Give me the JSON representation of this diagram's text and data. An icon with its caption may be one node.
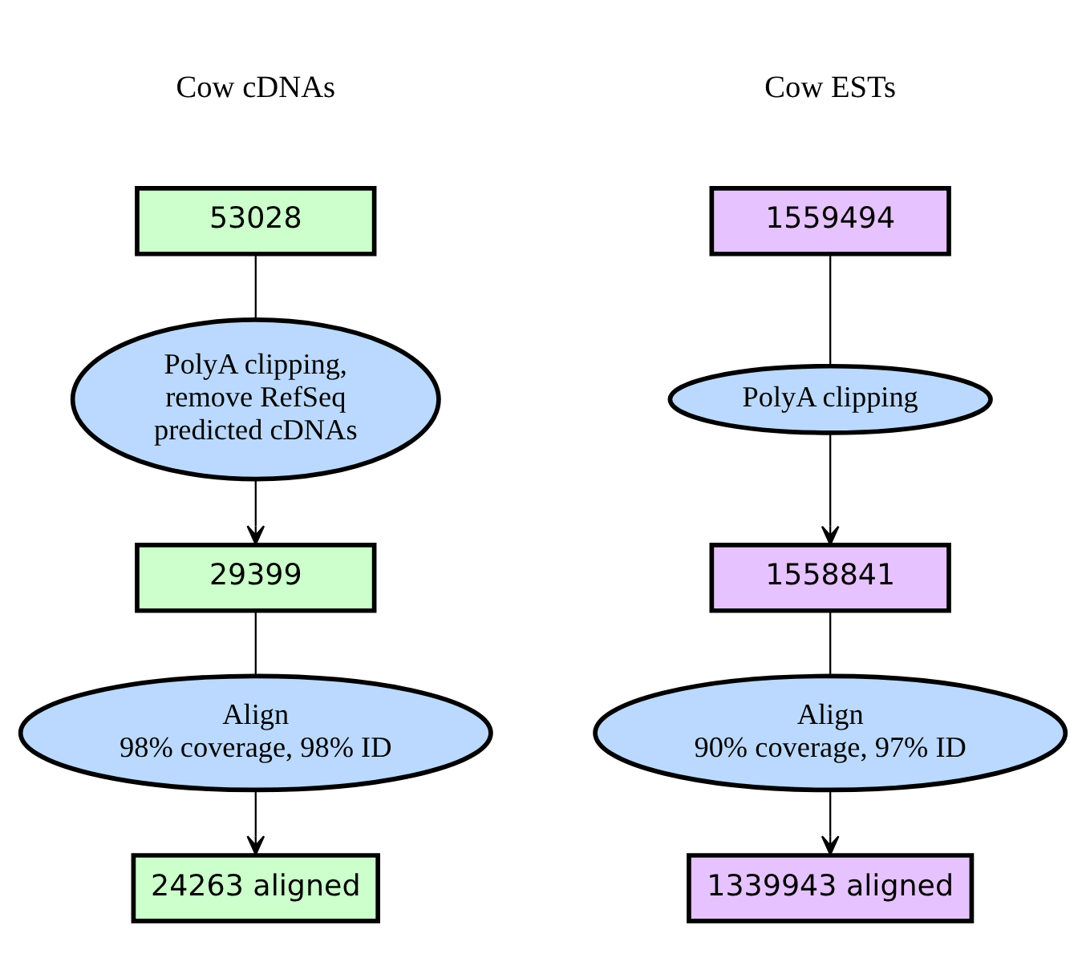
{
  "diagram": {
    "nodes": [
      {
        "text": [
          "53028"
        ]
      },
      {
        "text": [
          "PolyA clipping, remove RefSeq predicted cDNAs"
        ]
      },
      {
        "text": [
          "29399"
        ]
      },
      {
        "text": [
          "Align 98% coverage, 98% ID"
        ]
      },
      {
        "text": [
          "24263 aligned"
        ]
      },
      {
        "text": [
          "1559494"
        ]
      },
      {
        "text": [
          "PolyA clipping"
        ]
      },
      {
        "text": [
          "1558841"
        ]
      },
      {
        "text": [
          "Align 90% coverage, 97% ID"
        ]
      },
      {
        "text": [
          "1339943 aligned"
        ]
      }
    ],
    "edges": [
      {
        "from": 0,
        "to": 1,
        "arrow": "none"
      },
      {
        "from": 1,
        "to": 2,
        "arrow": "to"
      },
      {
        "from": 2,
        "to": 3,
        "arrow": "none"
      },
      {
        "from": 3,
        "to": 4,
        "arrow": "to"
      },
      {
        "from": 5,
        "to": 6,
        "arrow": "none"
      },
      {
        "from": 6,
        "to": 7,
        "arrow": "to"
      },
      {
        "from": 7,
        "to": 8,
        "arrow": "none"
      },
      {
        "from": 8,
        "to": 9,
        "arrow": "to"
      }
    ],
    "labels": [
      "Cow cDNAs",
      "Cow ESTs"
    ]
  }
}
